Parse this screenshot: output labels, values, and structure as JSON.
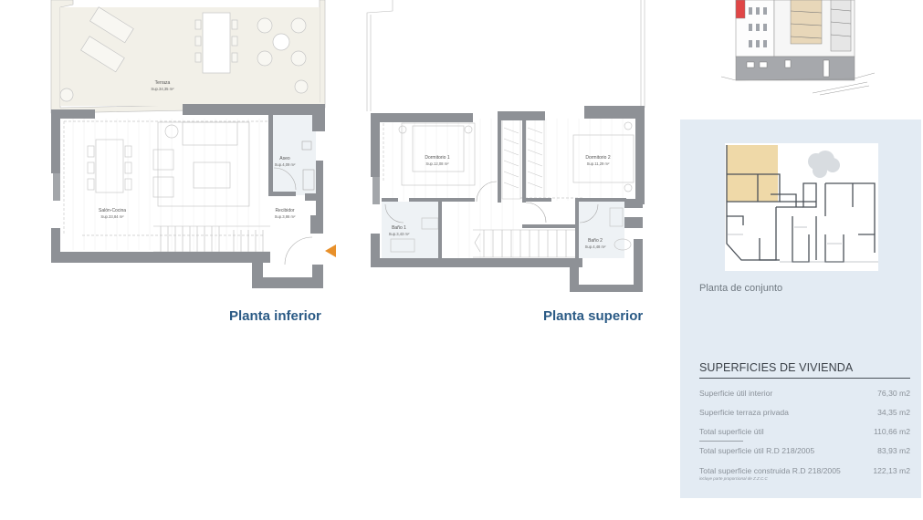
{
  "plans": {
    "lower": {
      "title": "Planta inferior",
      "rooms": [
        {
          "name": "Terraza",
          "area": "Sup.34,35 m²"
        },
        {
          "name": "Salón-Cocina",
          "area": "Sup.33,84 m²"
        },
        {
          "name": "Aseo",
          "area": "Sup.4,09 m²"
        },
        {
          "name": "Recibidor",
          "area": "Sup.3,86 m²"
        }
      ],
      "entrance_marker_color": "#e8902a"
    },
    "upper": {
      "title": "Planta superior",
      "rooms": [
        {
          "name": "Dormitorio 1",
          "area": "Sup.12,08 m²"
        },
        {
          "name": "Dormitorio 2",
          "area": "Sup.11,29 m²"
        },
        {
          "name": "Baño 1",
          "area": "Sup.3,43 m²"
        },
        {
          "name": "Baño 2",
          "area": "Sup.4,48 m²"
        }
      ]
    }
  },
  "side_panel": {
    "conjunto_label": "Planta de conjunto",
    "highlight_color": "#efd9a8",
    "superficies": {
      "title": "SUPERFICIES DE VIVIENDA",
      "rows": [
        {
          "label": "Superficie útil interior",
          "value": "76,30 m2"
        },
        {
          "label": "Superficie terraza privada",
          "value": "34,35 m2"
        },
        {
          "label": "Total superficie útil",
          "value": "110,66 m2"
        },
        {
          "label": "Total superficie útil R.D 218/2005",
          "value": "83,93 m2"
        },
        {
          "label": "Total superficie construida R.D 218/2005",
          "value": "122,13 m2",
          "note": "incluye parte proporcional de Z.Z.C.C"
        }
      ]
    }
  },
  "colors": {
    "wall": "#8e9196",
    "terrace_fill": "#f2f0e8",
    "title": "#2a5a85",
    "panel_bg": "#e3ebf3"
  }
}
